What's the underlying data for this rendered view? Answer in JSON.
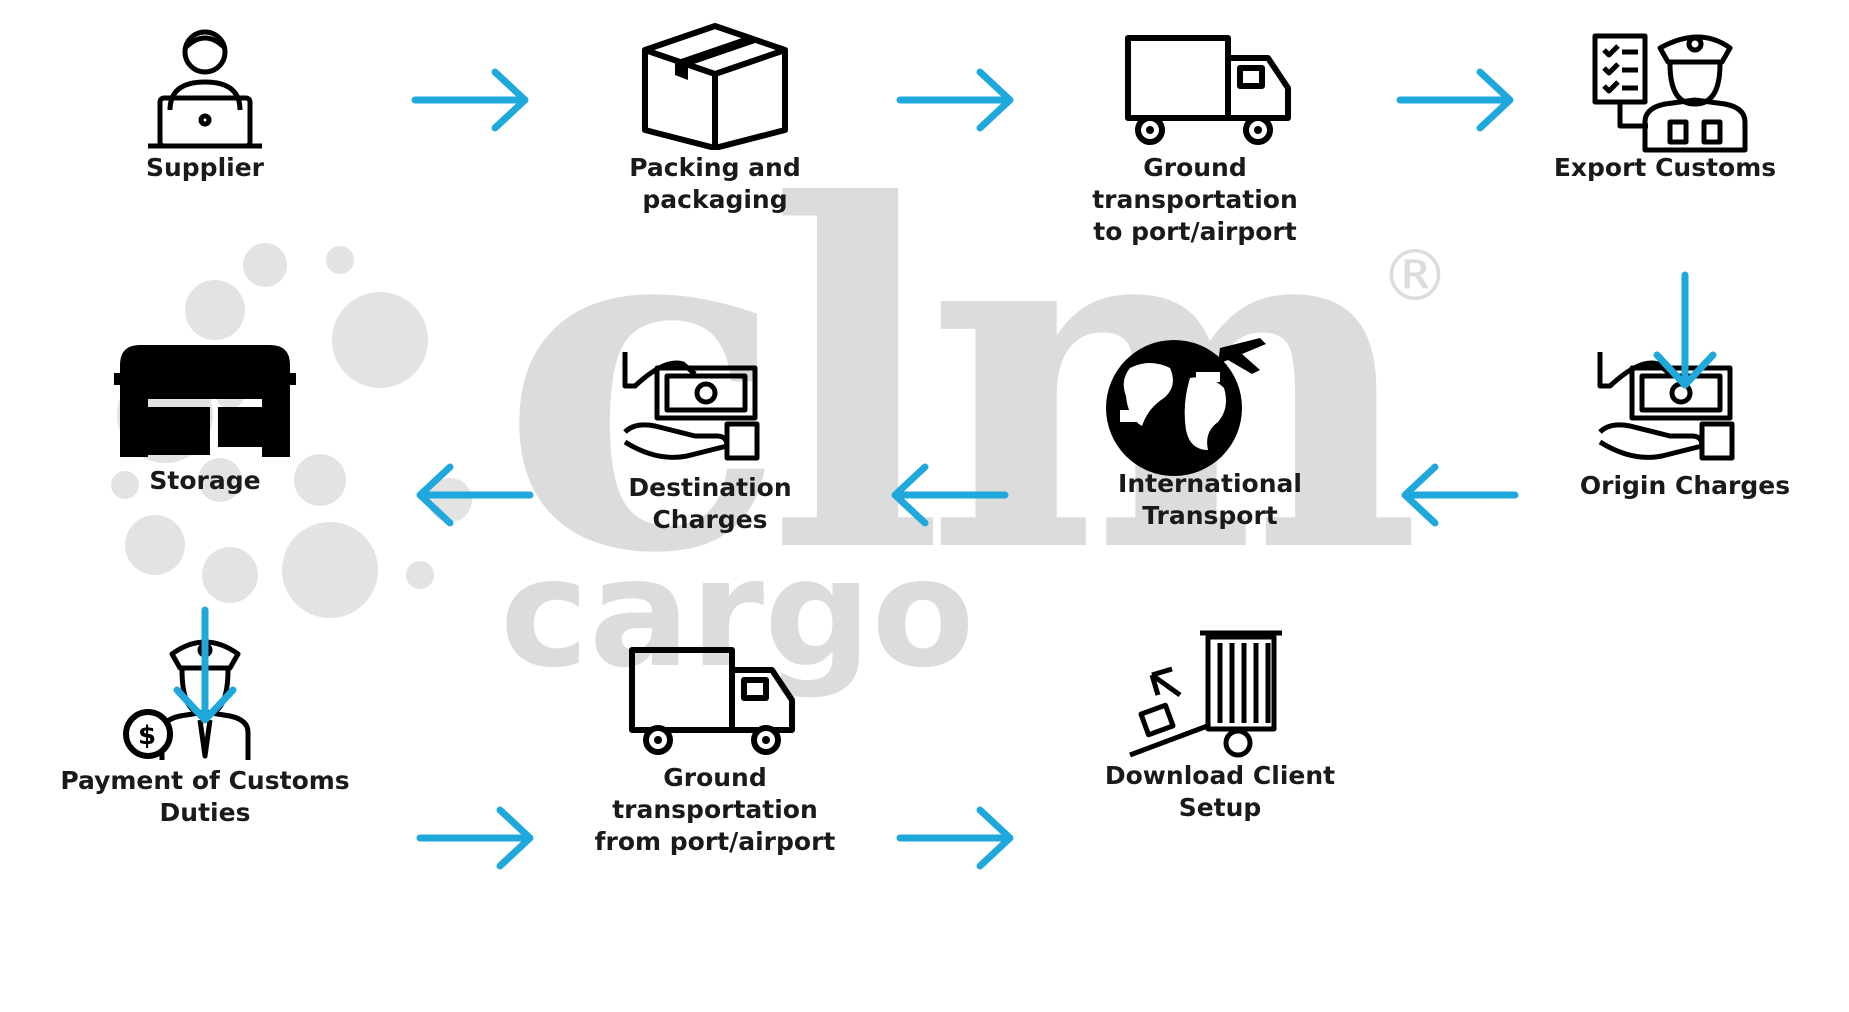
{
  "colors": {
    "arrow": "#1fa8dc",
    "icon": "#000000",
    "watermark": "#d9d9d9"
  },
  "watermark": {
    "brand": "clm",
    "sub": "cargo",
    "reg": "®"
  },
  "steps": {
    "supplier": {
      "label": "Supplier",
      "icon": "person-laptop-icon"
    },
    "packing": {
      "label": "Packing and packaging",
      "icon": "box-icon"
    },
    "ground_to_port": {
      "label": "Ground transportation\nto port/airport",
      "icon": "truck-icon"
    },
    "export_customs": {
      "label": "Export Customs",
      "icon": "customs-officer-checklist-icon"
    },
    "origin_charges": {
      "label": "Origin Charges",
      "icon": "hand-money-icon"
    },
    "international": {
      "label": "International Transport",
      "icon": "globe-plane-icon"
    },
    "destination_charges": {
      "label": "Destination Charges",
      "icon": "hand-money-icon"
    },
    "storage": {
      "label": "Storage",
      "icon": "warehouse-icon"
    },
    "customs_duties": {
      "label": "Payment of Customs\nDuties",
      "icon": "officer-dollar-icon"
    },
    "ground_from_port": {
      "label": "Ground transportation\nfrom port/airport",
      "icon": "truck-icon"
    },
    "download": {
      "label": "Download Client\nSetup",
      "icon": "container-unload-icon"
    }
  }
}
